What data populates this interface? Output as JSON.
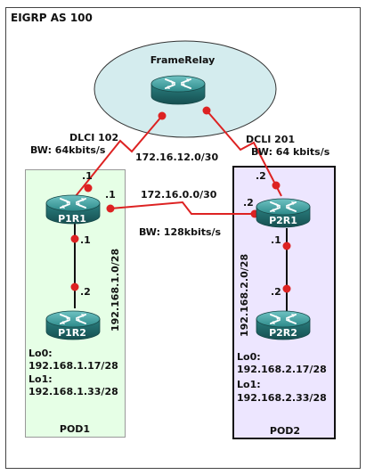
{
  "title": "EIGRP AS 100",
  "cloud": {
    "label": "FrameRelay"
  },
  "routers": {
    "fr": {
      "label": ""
    },
    "p1r1": {
      "label": "P1R1"
    },
    "p1r2": {
      "label": "P1R2"
    },
    "p2r1": {
      "label": "P2R1"
    },
    "p2r2": {
      "label": "P2R2"
    }
  },
  "links": {
    "fr_p1": {
      "dlci": "DLCI 102",
      "bw": "BW: 64kbits/s"
    },
    "fr_p2": {
      "dlci": "DCLI 201",
      "bw": "BW: 64 kbits/s"
    },
    "frame_subnet": "172.16.12.0/30",
    "p1_p2": {
      "subnet": "172.16.0.0/30",
      "bw": "BW: 128kbits/s"
    },
    "pod1_lan": "192.168.1.0/28",
    "pod2_lan": "192.168.2.0/28"
  },
  "interfaces": {
    "p1r1_fr": ".1",
    "p1r1_p2": ".1",
    "p1r1_lan": ".1",
    "p1r2_lan": ".2",
    "p2r1_fr": ".2",
    "p2r1_p1": ".2",
    "p2r1_lan": ".1",
    "p2r2_lan": ".2"
  },
  "pods": {
    "pod1": {
      "name": "POD1",
      "lo0_label": "Lo0:",
      "lo0": "192.168.1.17/28",
      "lo1_label": "Lo1:",
      "lo1": "192.168.1.33/28",
      "fill": "#e6ffe6"
    },
    "pod2": {
      "name": "POD2",
      "lo0_label": "Lo0:",
      "lo0": "192.168.2.17/28",
      "lo1_label": "Lo1:",
      "lo1": "192.168.2.33/28",
      "fill": "#ede6ff"
    }
  },
  "colors": {
    "router": "#2f8f8f",
    "link": "#dd2222",
    "cloud_fill": "#d4ecee"
  }
}
